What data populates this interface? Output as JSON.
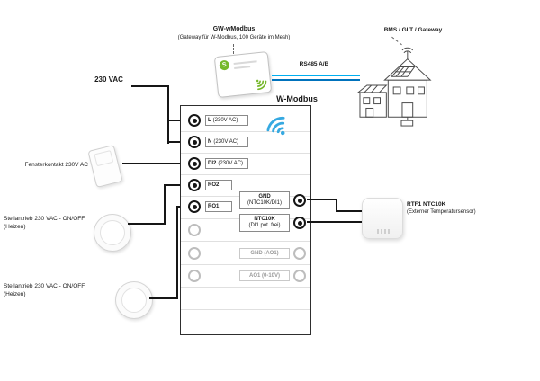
{
  "labels": {
    "supply": "230 VAC",
    "rs485": "RS485 A/B",
    "wmodbus": "W-Modbus",
    "bms": "BMS / GLT / Gateway"
  },
  "gateway": {
    "title": "GW-wModbus",
    "subtitle": "(Gateway für W-Modbus, 100 Geräte im Mesh)",
    "logo": "S"
  },
  "devices": {
    "window_contact": {
      "label": "Fensterkontakt 230V AC"
    },
    "actuator1": {
      "label": "Stellantrieb 230 VAC - ON/OFF",
      "sublabel": "(Heizen)"
    },
    "actuator2": {
      "label": "Stellantrieb 230 VAC - ON/OFF",
      "sublabel": "(Heizen)"
    },
    "temp_sensor": {
      "title": "RTF1 NTC10K",
      "subtitle": "(Externer Temperatursensor)"
    }
  },
  "terminals": {
    "left": [
      {
        "name": "L",
        "detail": "(230V AC)"
      },
      {
        "name": "N",
        "detail": "(230V AC)"
      },
      {
        "name": "DI2",
        "detail": "(230V AC)"
      },
      {
        "name": "RO2",
        "detail": ""
      },
      {
        "name": "RO1",
        "detail": ""
      }
    ],
    "right": [
      {
        "name": "GND",
        "detail": "(NTC10K/DI1)"
      },
      {
        "name": "NTC10K",
        "detail": "(DI1 pot. frei)"
      },
      {
        "name": "GND (AO1)",
        "detail": ""
      },
      {
        "name": "AO1 (0-10V)",
        "detail": ""
      }
    ]
  },
  "icons": {
    "wifi": "wifi-icon",
    "rf_signal": "rf-signal-icon",
    "building": "building-icon"
  },
  "colors": {
    "wire": "#161616",
    "rs485_line_a": "#00AEEF",
    "rs485_line_b": "#0072BC",
    "wifi_blue": "#36A9E1",
    "brand_green": "#76B82A"
  }
}
